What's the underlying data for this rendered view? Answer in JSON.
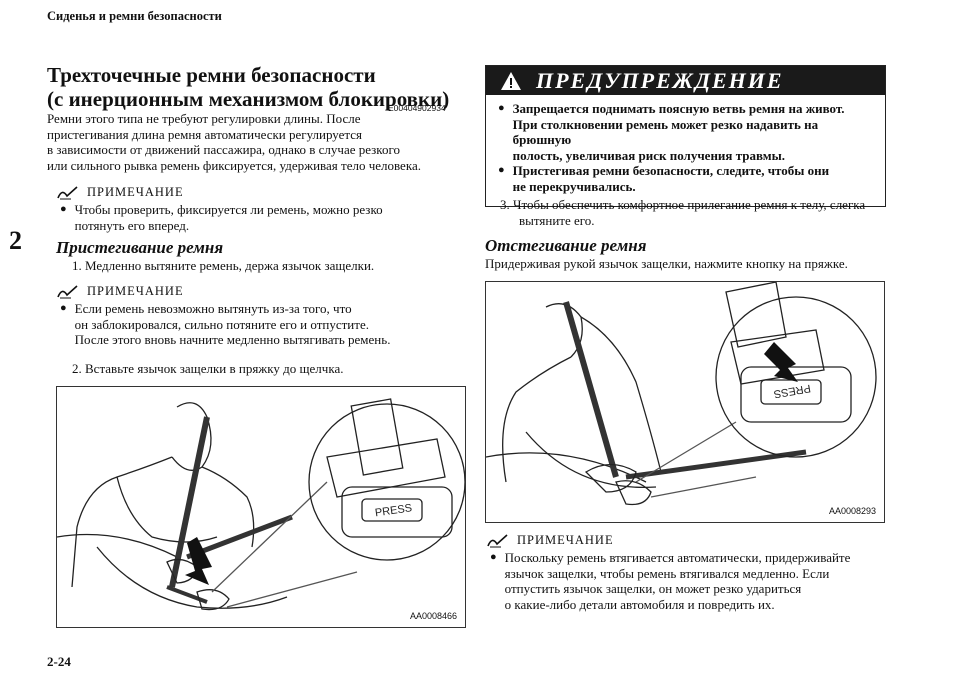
{
  "header": {
    "title": "Сиденья и ремни безопасности"
  },
  "chapter": "2",
  "page_number": "2-24",
  "main_title": [
    "Трехточечные ремни безопасности",
    "(с инерционным механизмом блокировки)"
  ],
  "doc_code": "E00404902934",
  "intro": [
    "Ремни этого типа не требуют регулировки длины. После",
    "пристегивания длина ремня автоматически регулируется",
    "в зависимости от движений пассажира, однако в случае резкого",
    "или сильного рывка ремень фиксируется, удерживая тело человека."
  ],
  "note_label": "ПРИМЕЧАНИЕ",
  "note1": [
    "Чтобы проверить, фиксируется ли ремень, можно резко",
    "потянуть его вперед."
  ],
  "fasten_title": "Пристегивание ремня",
  "step1": "1.  Медленно вытяните ремень, держа язычок защелки.",
  "note2": [
    "Если ремень невозможно вытянуть из-за того, что",
    "он заблокировался, сильно потяните его и отпустите.",
    "После этого вновь начните медленно вытягивать ремень."
  ],
  "step2": "2.  Вставьте язычок защелки в пряжку до щелчка.",
  "figure1": {
    "code": "AA0008466",
    "press": "PRESS"
  },
  "warning": {
    "title": "ПРЕДУПРЕЖДЕНИЕ",
    "items": [
      [
        "Запрещается поднимать поясную ветвь ремня на живот.",
        "При столкновении ремень может резко надавить на брюшную",
        "полость, увеличивая риск получения травмы."
      ],
      [
        "Пристегивая ремни безопасности, следите, чтобы они",
        "не перекручивались."
      ]
    ]
  },
  "step3": [
    "3.  Чтобы обеспечить комфортное прилегание ремня к телу, слегка",
    "вытяните его."
  ],
  "unfasten_title": "Отстегивание ремня",
  "unfasten_text": "Придерживая рукой язычок защелки, нажмите кнопку на пряжке.",
  "figure2": {
    "code": "AA0008293",
    "press": "PRESS"
  },
  "note3": [
    "Поскольку ремень втягивается автоматически, придерживайте",
    "язычок защелки, чтобы ремень втягивался медленно. Если",
    "отпустить язычок защелки, он может резко удариться",
    "о какие-либо детали автомобиля и повредить их."
  ]
}
